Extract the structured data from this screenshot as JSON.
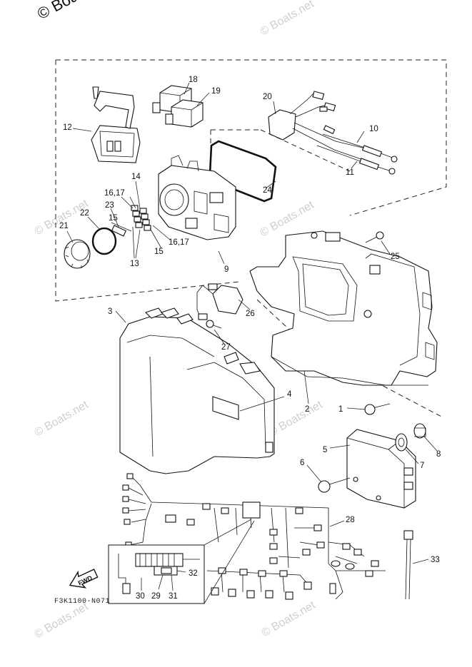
{
  "copyright_text": "© Boats.net",
  "watermark_text": "© Boats.net",
  "diagram_code": "F3K1100-N071",
  "fwd_label": "FWD",
  "callouts": {
    "c1": "1",
    "c2": "2",
    "c3": "3",
    "c4": "4",
    "c5": "5",
    "c6": "6",
    "c7": "7",
    "c8": "8",
    "c9": "9",
    "c10": "10",
    "c11": "11",
    "c12": "12",
    "c13": "13",
    "c14": "14",
    "c15a": "15",
    "c15b": "15",
    "c1617a": "16,17",
    "c1617b": "16,17",
    "c18": "18",
    "c19": "19",
    "c20": "20",
    "c21": "21",
    "c22": "22",
    "c23": "23",
    "c24": "24",
    "c25": "25",
    "c26": "26",
    "c27": "27",
    "c28": "28",
    "c29": "29",
    "c30": "30",
    "c31": "31",
    "c32": "32",
    "c33": "33"
  }
}
